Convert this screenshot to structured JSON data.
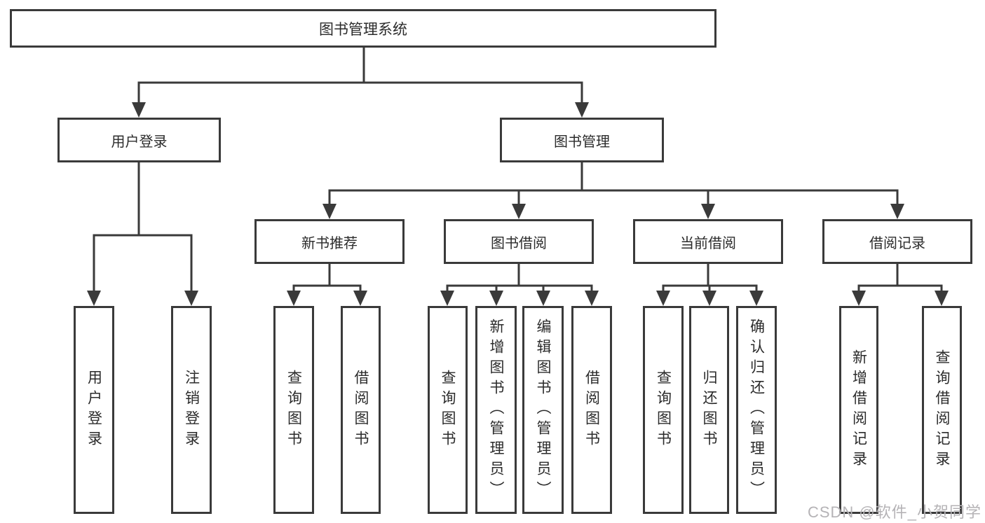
{
  "tree": {
    "label": "图书管理系统",
    "children": [
      {
        "label": "用户登录",
        "children": [
          {
            "label": "用户登录"
          },
          {
            "label": "注销登录"
          }
        ]
      },
      {
        "label": "图书管理",
        "children": [
          {
            "label": "新书推荐",
            "children": [
              {
                "label": "查询图书"
              },
              {
                "label": "借阅图书"
              }
            ]
          },
          {
            "label": "图书借阅",
            "children": [
              {
                "label": "查询图书"
              },
              {
                "label": "新增图书（管理员）"
              },
              {
                "label": "编辑图书（管理员）"
              },
              {
                "label": "借阅图书"
              }
            ]
          },
          {
            "label": "当前借阅",
            "children": [
              {
                "label": "查询图书"
              },
              {
                "label": "归还图书"
              },
              {
                "label": "确认归还（管理员）"
              }
            ]
          },
          {
            "label": "借阅记录",
            "children": [
              {
                "label": "新增借阅记录"
              },
              {
                "label": "查询借阅记录"
              }
            ]
          }
        ]
      }
    ]
  },
  "watermark": {
    "text": "CSDN @软件_小贺同学",
    "color": "#b5b3b6"
  },
  "colors": {
    "line": "#3a3a3a",
    "box_border": "#3a3a3a",
    "text": "#2b2b2b",
    "background": "#ffffff"
  }
}
